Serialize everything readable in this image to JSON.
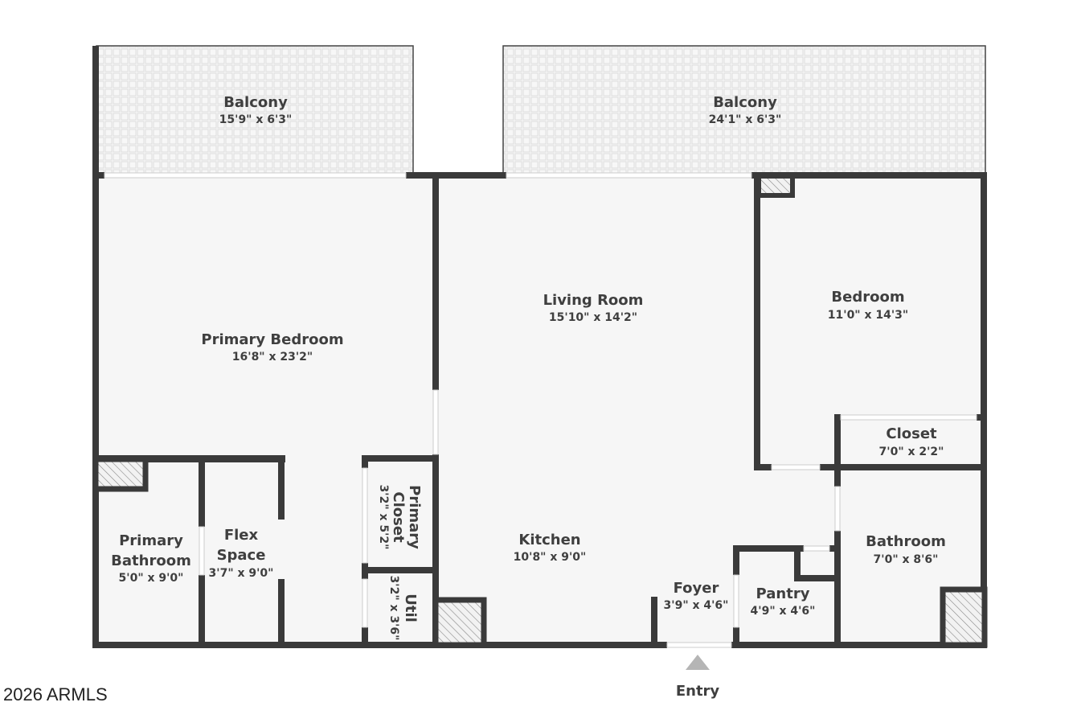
{
  "rooms": {
    "balcony_left": {
      "name": "Balcony",
      "dims": "15'9\" x 6'3\""
    },
    "balcony_right": {
      "name": "Balcony",
      "dims": "24'1\" x 6'3\""
    },
    "primary_bedroom": {
      "name": "Primary Bedroom",
      "dims": "16'8\" x 23'2\""
    },
    "living_room": {
      "name": "Living Room",
      "dims": "15'10\" x 14'2\""
    },
    "bedroom": {
      "name": "Bedroom",
      "dims": "11'0\" x 14'3\""
    },
    "closet": {
      "name": "Closet",
      "dims": "7'0\" x 2'2\""
    },
    "primary_bathroom": {
      "name_line1": "Primary",
      "name_line2": "Bathroom",
      "dims": "5'0\" x 9'0\""
    },
    "flex_space": {
      "name_line1": "Flex",
      "name_line2": "Space",
      "dims": "3'7\" x 9'0\""
    },
    "primary_closet": {
      "name_line1": "Primary",
      "name_line2": "Closet",
      "dims": "3'2\" x 5'2\""
    },
    "util": {
      "name": "Util",
      "dims": "3'2\" x 3'6\""
    },
    "kitchen": {
      "name": "Kitchen",
      "dims": "10'8\" x 9'0\""
    },
    "foyer": {
      "name": "Foyer",
      "dims": "3'9\" x 4'6\""
    },
    "pantry": {
      "name": "Pantry",
      "dims": "4'9\" x 4'6\""
    },
    "bathroom": {
      "name": "Bathroom",
      "dims": "7'0\" x 8'6\""
    }
  },
  "entry_label": "Entry",
  "watermark": "2026 ARMLS",
  "colors": {
    "wall": "#3a3a3a",
    "floor": "#f6f6f6",
    "entry_arrow": "#b5b5b5"
  }
}
